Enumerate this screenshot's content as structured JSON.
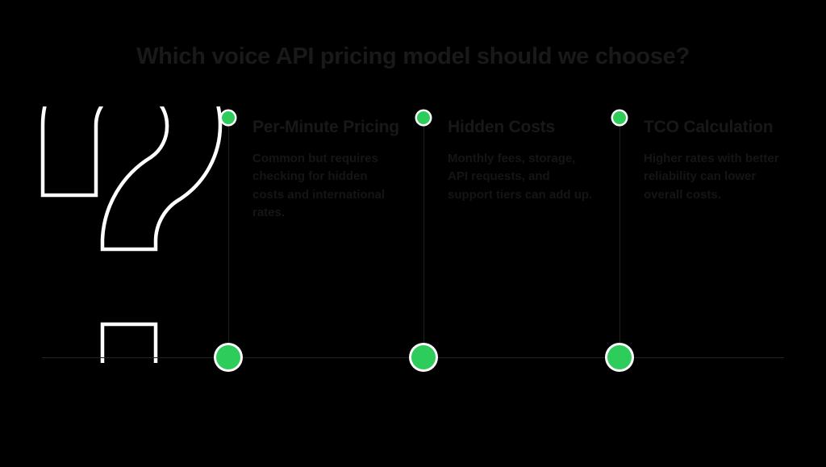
{
  "background_color": "#000000",
  "accent_color": "#2ECC5A",
  "marker_ring_color": "#FFFFFF",
  "title_color": "#191919",
  "heading_color": "#181818",
  "body_color": "#151515",
  "baseline_color": "#232323",
  "header": {
    "title": "Which voice API pricing model should we choose?"
  },
  "graphic": {
    "icon_name": "question-mark-outline"
  },
  "timeline": {
    "milestones": [
      {
        "heading": "Per-Minute Pricing",
        "body": "Common but requires checking for hidden costs and international rates."
      },
      {
        "heading": "Hidden Costs",
        "body": "Monthly fees, storage, API requests, and support tiers can add up."
      },
      {
        "heading": "TCO Calculation",
        "body": "Higher rates with better reliability can lower overall costs."
      }
    ]
  }
}
